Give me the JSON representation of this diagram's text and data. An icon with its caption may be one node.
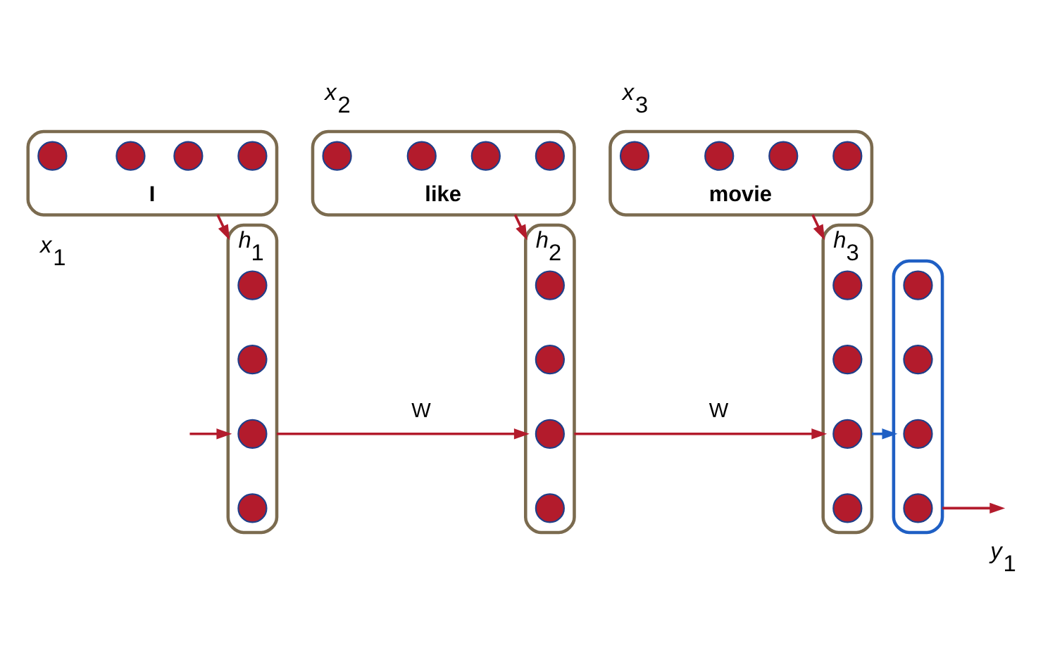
{
  "diagram": {
    "nodes": [
      {
        "text": [],
        "shape": "box",
        "beside": [
          "*h*$_{1}$"
        ]
      },
      {
        "text": [],
        "shape": "circle",
        "in": 0
      },
      {
        "text": [],
        "shape": "circle",
        "in": 0
      },
      {
        "text": [],
        "shape": "circle",
        "in": 0
      },
      {
        "text": [],
        "shape": "circle",
        "in": 0
      },
      {
        "text": [],
        "shape": "box",
        "beside": [
          "*h*$_{2}$"
        ]
      },
      {
        "text": [],
        "shape": "circle",
        "in": 5
      },
      {
        "text": [],
        "shape": "circle",
        "in": 5
      },
      {
        "text": [],
        "shape": "circle",
        "in": 5
      },
      {
        "text": [],
        "shape": "circle",
        "in": 5
      },
      {
        "text": [],
        "shape": "box",
        "beside": [
          "*h*$_{3}$"
        ]
      },
      {
        "text": [],
        "shape": "circle",
        "in": 10
      },
      {
        "text": [],
        "shape": "circle",
        "in": 10
      },
      {
        "text": [],
        "shape": "circle",
        "in": 10
      },
      {
        "text": [],
        "shape": "circle",
        "in": 10
      },
      {
        "text": [],
        "shape": "box"
      },
      {
        "text": [],
        "shape": "circle",
        "in": 15
      },
      {
        "text": [],
        "shape": "circle",
        "in": 15
      },
      {
        "text": [],
        "shape": "circle",
        "in": 15
      },
      {
        "text": [],
        "shape": "circle",
        "in": 15
      },
      {
        "text": [],
        "shape": "box",
        "beside": [
          "*x*$_{1}$",
          "I"
        ]
      },
      {
        "text": [],
        "shape": "circle",
        "in": 20
      },
      {
        "text": [],
        "shape": "circle",
        "in": 20
      },
      {
        "text": [],
        "shape": "circle",
        "in": 20
      },
      {
        "text": [],
        "shape": "circle",
        "in": 20
      },
      {
        "text": [],
        "shape": "box",
        "beside": [
          "*x*$_{2}$",
          "like"
        ]
      },
      {
        "text": [],
        "shape": "circle",
        "in": 25
      },
      {
        "text": [],
        "shape": "circle",
        "in": 25
      },
      {
        "text": [],
        "shape": "circle",
        "in": 25
      },
      {
        "text": [],
        "shape": "circle",
        "in": 25
      },
      {
        "text": [],
        "shape": "box",
        "beside": [
          "*x*$_{3}$",
          "movie"
        ]
      },
      {
        "text": [],
        "shape": "circle",
        "in": 30
      },
      {
        "text": [],
        "shape": "circle",
        "in": 30
      },
      {
        "text": [],
        "shape": "circle",
        "in": 30
      },
      {
        "text": [],
        "shape": "circle",
        "in": 30
      }
    ],
    "edges": [
      {
        "from": null,
        "to": 0,
        "arrow": "to"
      },
      {
        "from": 0,
        "to": 5,
        "arrow": "to",
        "label": "W"
      },
      {
        "from": 5,
        "to": 10,
        "arrow": "to",
        "label": "W"
      },
      {
        "from": 10,
        "to": 15,
        "arrow": "to",
        "color": "#1f5fc4"
      },
      {
        "from": 15,
        "to": null,
        "arrow": "to"
      },
      {
        "from": 20,
        "to": 0,
        "arrow": "to"
      },
      {
        "from": 25,
        "to": 5,
        "arrow": "to"
      },
      {
        "from": 30,
        "to": 10,
        "arrow": "to"
      }
    ],
    "labels": [
      "*y*$_{1}$"
    ]
  }
}
